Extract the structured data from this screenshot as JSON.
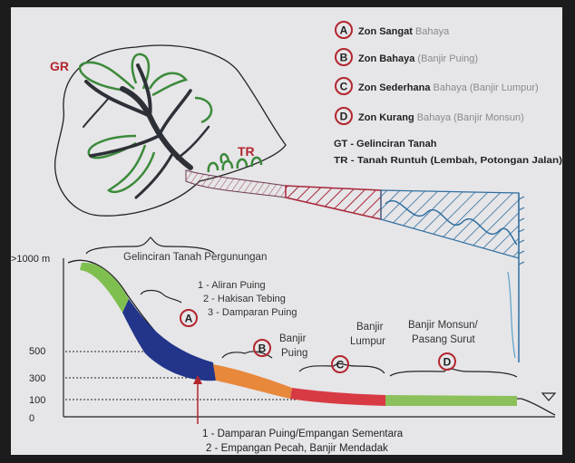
{
  "legend": {
    "zones": [
      {
        "letter": "A",
        "name": "Zon Sangat",
        "detail": "Bahaya"
      },
      {
        "letter": "B",
        "name": "Zon Bahaya",
        "detail": "(Banjir Puing)"
      },
      {
        "letter": "C",
        "name": "Zon Sederhana",
        "detail": "Bahaya (Banjir Lumpur)"
      },
      {
        "letter": "D",
        "name": "Zon Kurang",
        "detail": "Bahaya (Banjir Monsun)"
      }
    ],
    "gt_text": "GT - Gelinciran Tanah",
    "tr_text": "TR - Tanah Runtuh (Lembah, Potongan Jalan)"
  },
  "map_labels": {
    "gr": "GR",
    "tr": "TR"
  },
  "profile": {
    "elevation_labels": [
      ">1000 m",
      "500",
      "300",
      "100",
      "0"
    ],
    "title": "Gelinciran Tanah Pergunungan",
    "process_list": [
      "1 - Aliran Puing",
      "2 - Hakisan Tebing",
      "3 - Damparan Puing"
    ],
    "zone_markers": [
      "A",
      "B",
      "C",
      "D"
    ],
    "zone_b_label": [
      "Banjir",
      "Puing"
    ],
    "zone_c_label": [
      "Banjir",
      "Lumpur"
    ],
    "zone_d_label": [
      "Banjir Monsun/",
      "Pasang Surut"
    ],
    "bottom_notes": [
      "1 - Damparan Puing/Empangan Sementara",
      "2 - Empangan Pecah, Banjir Mendadak"
    ]
  },
  "colors": {
    "background": "#e6e5e8",
    "zone_red": "#b3262e",
    "hatch_red": "#a8283a",
    "hatch_blue": "#2f6fa0",
    "tree_dark": "#2d3037",
    "tree_green": "#3b8a3a",
    "green_segment": "#7fbf4f",
    "blue_segment": "#22358a",
    "orange_segment": "#e8883a",
    "red_segment": "#d83a44",
    "light_green_segment": "#8cc05a"
  }
}
